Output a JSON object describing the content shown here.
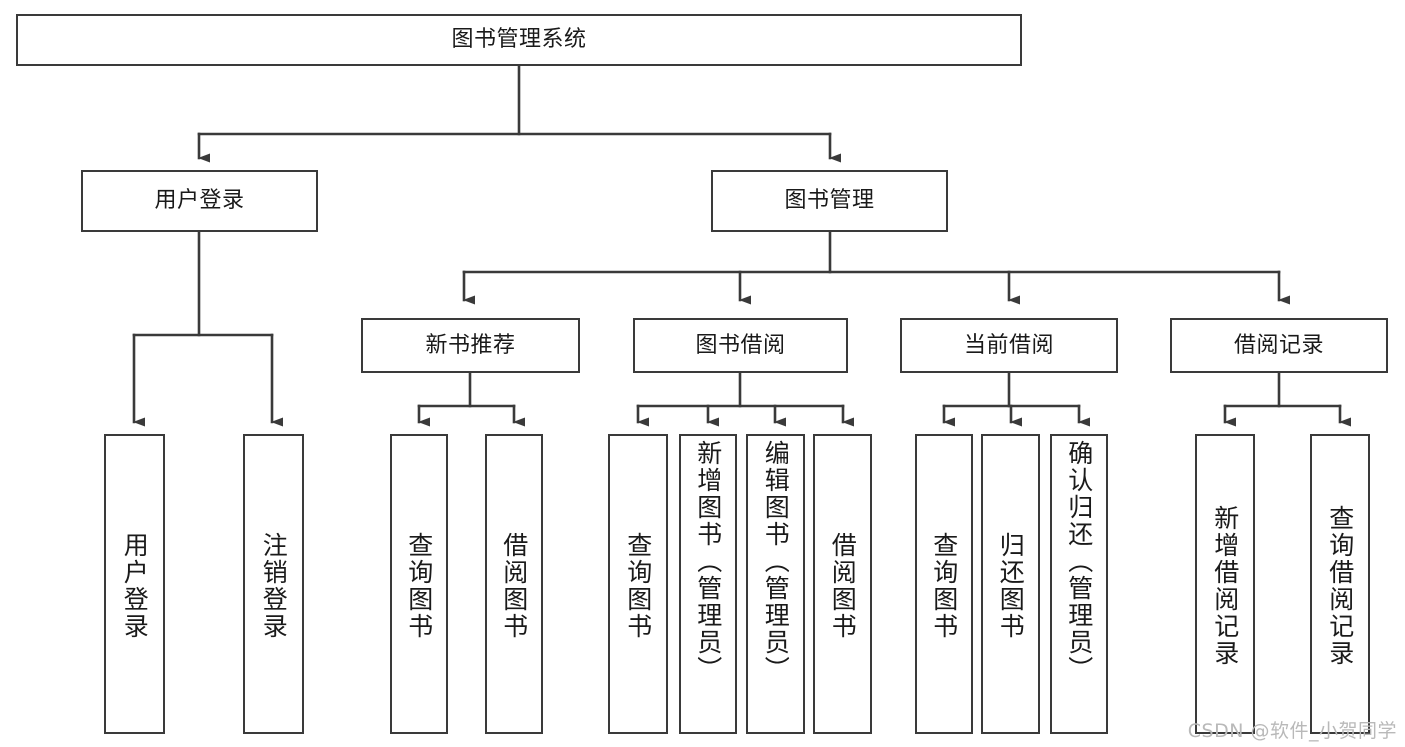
{
  "diagram": {
    "title": "图书管理系统",
    "type": "hierarchy-tree",
    "root": {
      "id": "root",
      "label": "图书管理系统"
    },
    "level1": [
      {
        "id": "user-login",
        "label": "用户登录"
      },
      {
        "id": "book-manage",
        "label": "图书管理"
      }
    ],
    "level2": [
      {
        "id": "new-book-recommend",
        "label": "新书推荐",
        "parent": "book-manage"
      },
      {
        "id": "book-borrow",
        "label": "图书借阅",
        "parent": "book-manage"
      },
      {
        "id": "current-borrow",
        "label": "当前借阅",
        "parent": "book-manage"
      },
      {
        "id": "borrow-record",
        "label": "借阅记录",
        "parent": "book-manage"
      }
    ],
    "leaves": [
      {
        "id": "leaf-user-login",
        "label": "用户登录",
        "parent": "user-login"
      },
      {
        "id": "leaf-logout-login",
        "label": "注销登录",
        "parent": "user-login"
      },
      {
        "id": "leaf-query-book-1",
        "label": "查询图书",
        "parent": "new-book-recommend"
      },
      {
        "id": "leaf-borrow-book-1",
        "label": "借阅图书",
        "parent": "new-book-recommend"
      },
      {
        "id": "leaf-query-book-2",
        "label": "查询图书",
        "parent": "book-borrow"
      },
      {
        "id": "leaf-add-book",
        "label": "新增图书（管理员）",
        "parent": "book-borrow"
      },
      {
        "id": "leaf-edit-book",
        "label": "编辑图书（管理员）",
        "parent": "book-borrow"
      },
      {
        "id": "leaf-borrow-book-2",
        "label": "借阅图书",
        "parent": "book-borrow"
      },
      {
        "id": "leaf-query-book-3",
        "label": "查询图书",
        "parent": "current-borrow"
      },
      {
        "id": "leaf-return-book",
        "label": "归还图书",
        "parent": "current-borrow"
      },
      {
        "id": "leaf-confirm-return",
        "label": "确认归还（管理员）",
        "parent": "current-borrow"
      },
      {
        "id": "leaf-add-record",
        "label": "新增借阅记录",
        "parent": "borrow-record"
      },
      {
        "id": "leaf-query-record",
        "label": "查询借阅记录",
        "parent": "borrow-record"
      }
    ]
  },
  "watermark": {
    "text": "CSDN @软件_小贺同学"
  },
  "colors": {
    "box_border": "#3a3a3a",
    "connector": "#3a3a3a",
    "text": "#1a1a1a",
    "background": "#ffffff",
    "watermark": "#b9b9b9"
  }
}
